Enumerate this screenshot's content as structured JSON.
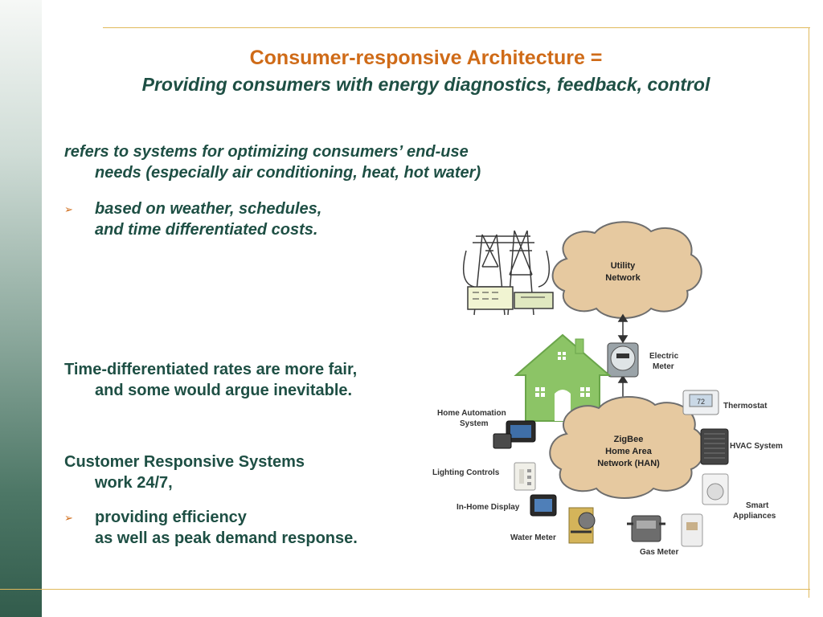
{
  "title": {
    "line1": "Consumer-responsive Architecture =",
    "line2": "Providing consumers with energy diagnostics, feedback, control"
  },
  "body": {
    "p1_line1": "refers to systems for optimizing consumers’ end-use",
    "p1_line2": "needs (especially air conditioning, heat, hot water)",
    "b1_line1": "based on weather, schedules,",
    "b1_line2": "and time differentiated costs.",
    "p2_line1": "Time-differentiated rates are more fair,",
    "p2_line2": "and some would argue inevitable.",
    "p3_line1": "Customer Responsive Systems",
    "p3_line2": "work 24/7,",
    "b2_line1": "providing efficiency",
    "b2_line2": "as well as peak demand response."
  },
  "bullet_glyph": "➢",
  "diagram": {
    "utility_line1": "Utility",
    "utility_line2": "Network",
    "meter_line1": "Electric",
    "meter_line2": "Meter",
    "han_line1": "ZigBee",
    "han_line2": "Home Area",
    "han_line3": "Network (HAN)",
    "thermostat_display": "72",
    "devices": {
      "thermostat": "Thermostat",
      "hvac": "HVAC System",
      "smart_line1": "Smart",
      "smart_line2": "Appliances",
      "gas_meter": "Gas Meter",
      "water_meter": "Water Meter",
      "in_home_display": "In-Home Display",
      "lighting": "Lighting Controls",
      "home_auto_line1": "Home Automation",
      "home_auto_line2": "System"
    }
  },
  "colors": {
    "title_orange": "#cf6b18",
    "text_green": "#1e4f44",
    "accent_line": "#e0b95c",
    "cloud_fill": "#e6c9a0",
    "house_green": "#8cc466"
  }
}
